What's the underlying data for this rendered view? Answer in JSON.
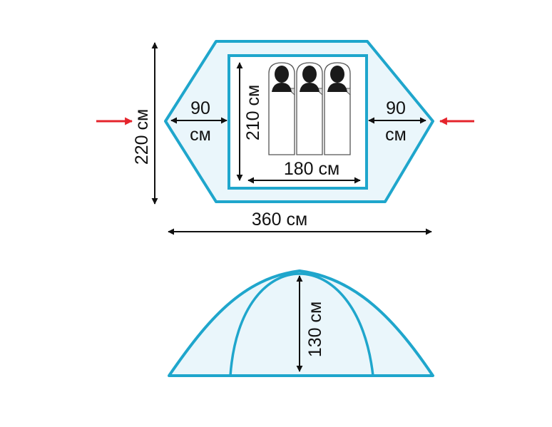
{
  "colors": {
    "outline": "#1fa6cc",
    "fill": "#eaf6fb",
    "arrow_dark": "#111111",
    "arrow_red": "#e5242c",
    "sleeping_bag_fill": "#ffffff",
    "sleeping_bag_outline": "#555555",
    "person": "#1a1a1a"
  },
  "floor_plan": {
    "total_length": "360 см",
    "total_width": "220 см",
    "vestibule_left_value": "90",
    "vestibule_left_unit": "см",
    "vestibule_right_value": "90",
    "vestibule_right_unit": "см",
    "inner_length": "210 см",
    "inner_width": "180 см",
    "sleeping_places": 3
  },
  "side_view": {
    "height": "130 см"
  }
}
